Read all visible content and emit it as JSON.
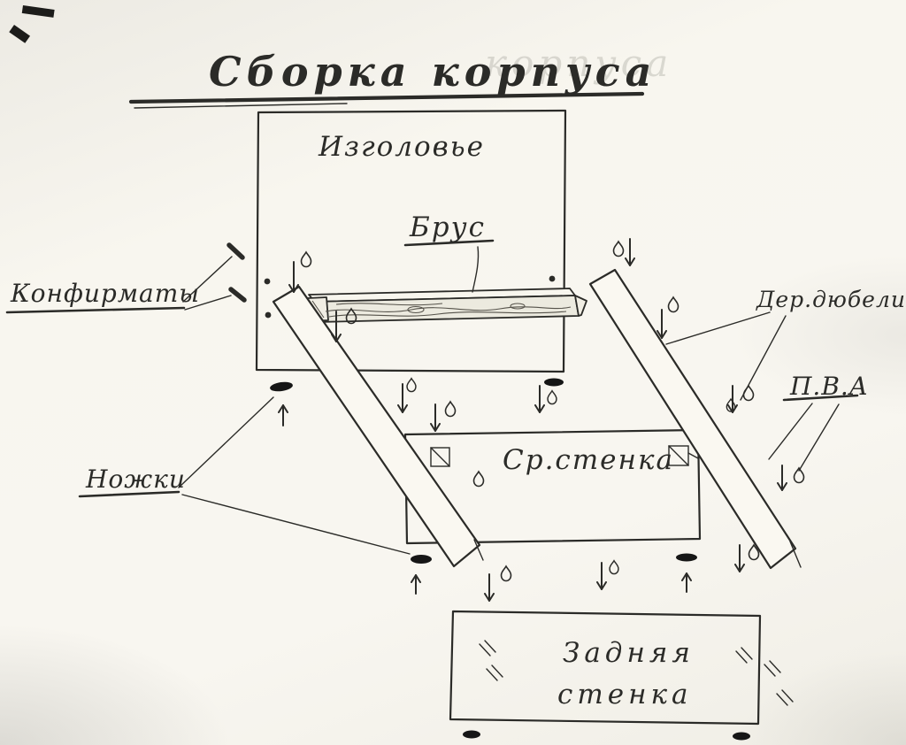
{
  "title": "Сборка корпуса",
  "title_ghost": "корпуса",
  "labels": {
    "headboard": "Изголовье",
    "beam": "Брус",
    "confirmats": "Конфирматы",
    "wood_dowels": "Дер.дюбели",
    "pva_glue": "П.В.А",
    "legs": "Ножки",
    "middle_wall": "Ср.стенка",
    "back_wall_line1": "Задняя",
    "back_wall_line2": "стенка"
  },
  "colors": {
    "ink": "#2b2b28",
    "paper": "#f7f5ee",
    "foot": "#161616"
  }
}
